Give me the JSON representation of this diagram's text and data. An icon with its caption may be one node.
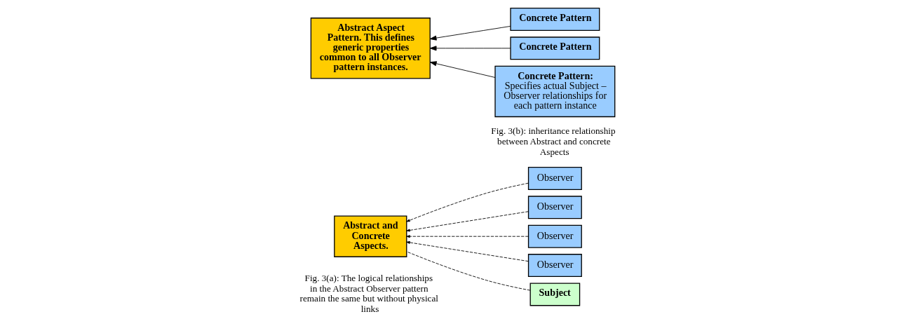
{
  "diagram": {
    "nodes": [
      {
        "text": [
          "Abstract and Concrete Aspects."
        ]
      },
      {
        "text": [
          "Observer"
        ]
      },
      {
        "text": [
          "Observer"
        ]
      },
      {
        "text": [
          "Observer"
        ]
      },
      {
        "text": [
          "Observer"
        ]
      },
      {
        "text": [
          "Subject"
        ]
      },
      {
        "text": [
          "Abstract Aspect Pattern. This defines generic properties common to all Observer pattern instances."
        ]
      },
      {
        "text": [
          "Concrete Pattern"
        ]
      },
      {
        "text": [
          "Concrete Pattern"
        ]
      },
      {
        "text": [
          "Concrete Pattern:",
          "Specifies actual Subject – Observer relationships for each pattern instance"
        ]
      }
    ],
    "edges": [
      {
        "from": 1,
        "to": 0,
        "arrow": "to",
        "style": "dashed"
      },
      {
        "from": 2,
        "to": 0,
        "arrow": "to",
        "style": "dashed"
      },
      {
        "from": 3,
        "to": 0,
        "arrow": "to",
        "style": "dashed"
      },
      {
        "from": 4,
        "to": 0,
        "arrow": "to",
        "style": "dashed"
      },
      {
        "from": 5,
        "to": 0,
        "arrow": "none",
        "style": "dashed"
      },
      {
        "from": 7,
        "to": 6,
        "arrow": "to"
      },
      {
        "from": 8,
        "to": 6,
        "arrow": "to"
      },
      {
        "from": 9,
        "to": 6,
        "arrow": "to"
      }
    ],
    "labels": [
      "Fig. 3(a): The logical relationships in the Abstract Observer pattern remain the same but without physical links",
      "Fig. 3(b): inheritance relationship between Abstract and concrete Aspects"
    ]
  }
}
